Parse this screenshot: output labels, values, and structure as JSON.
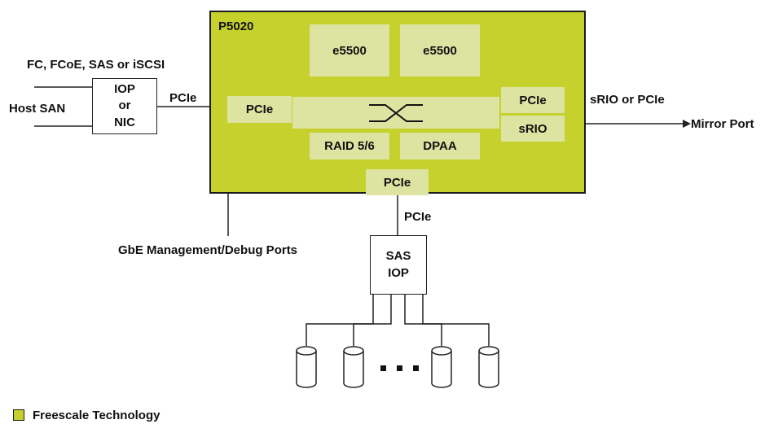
{
  "chip": {
    "title": "P5020",
    "cores": [
      "e5500",
      "e5500"
    ],
    "pcie_left": "PCIe",
    "pcie_right": "PCIe",
    "srio": "sRIO",
    "raid": "RAID 5/6",
    "dpaa": "DPAA",
    "pcie_bottom": "PCIe"
  },
  "left": {
    "protocols": "FC, FCoE, SAS or iSCSI",
    "host": "Host SAN",
    "iop_lines": [
      "IOP",
      "or",
      "NIC"
    ],
    "link": "PCIe"
  },
  "right": {
    "link": "sRIO or PCIe",
    "mirror": "Mirror Port"
  },
  "bottom": {
    "link": "PCIe",
    "mgmt": "GbE Management/Debug Ports",
    "sas_lines": [
      "SAS",
      "IOP"
    ]
  },
  "legend": {
    "label": "Freescale Technology",
    "color": "#c6d12d"
  },
  "colors": {
    "chip": "#c6d12d",
    "block": "#dde3a0"
  },
  "icons": [
    "crossbar-switch-icon",
    "disk-drive-icon",
    "ellipsis-icon",
    "arrow-right-icon"
  ]
}
